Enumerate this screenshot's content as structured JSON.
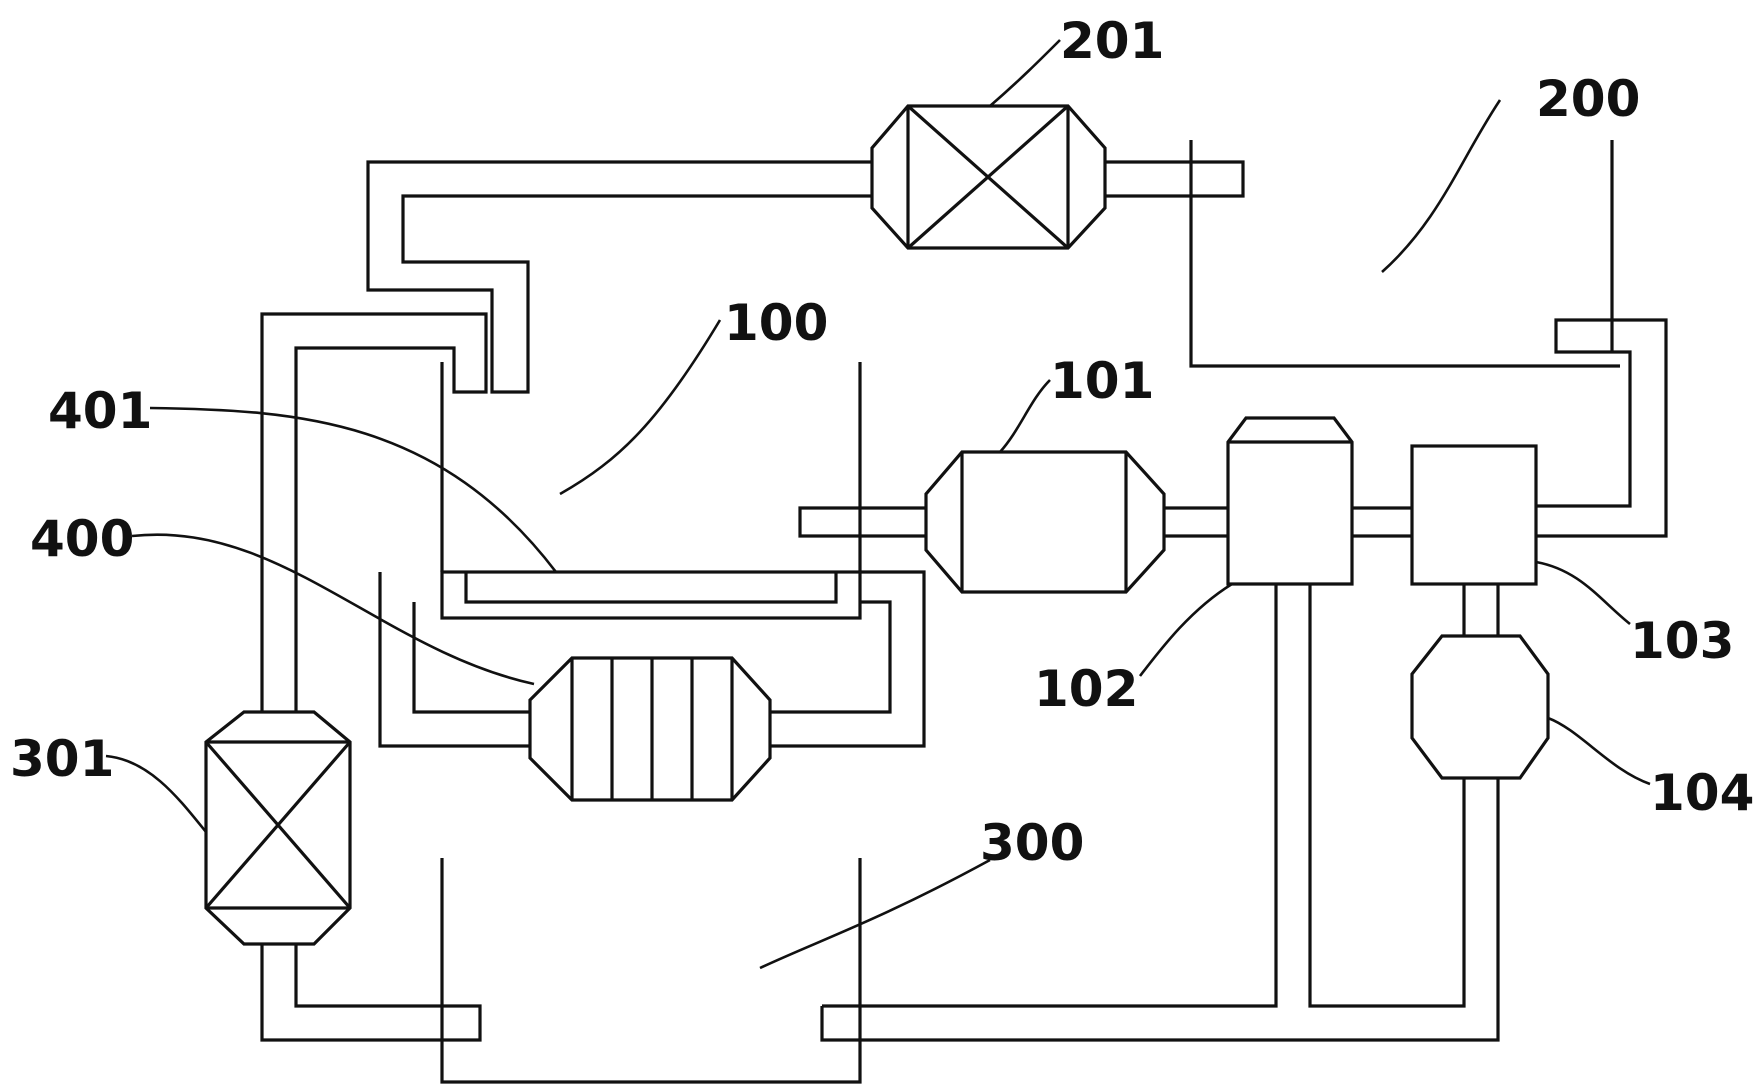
{
  "labels": {
    "l100": "100",
    "l101": "101",
    "l102": "102",
    "l103": "103",
    "l104": "104",
    "l200": "200",
    "l201": "201",
    "l300": "300",
    "l301": "301",
    "l400": "400",
    "l401": "401"
  }
}
